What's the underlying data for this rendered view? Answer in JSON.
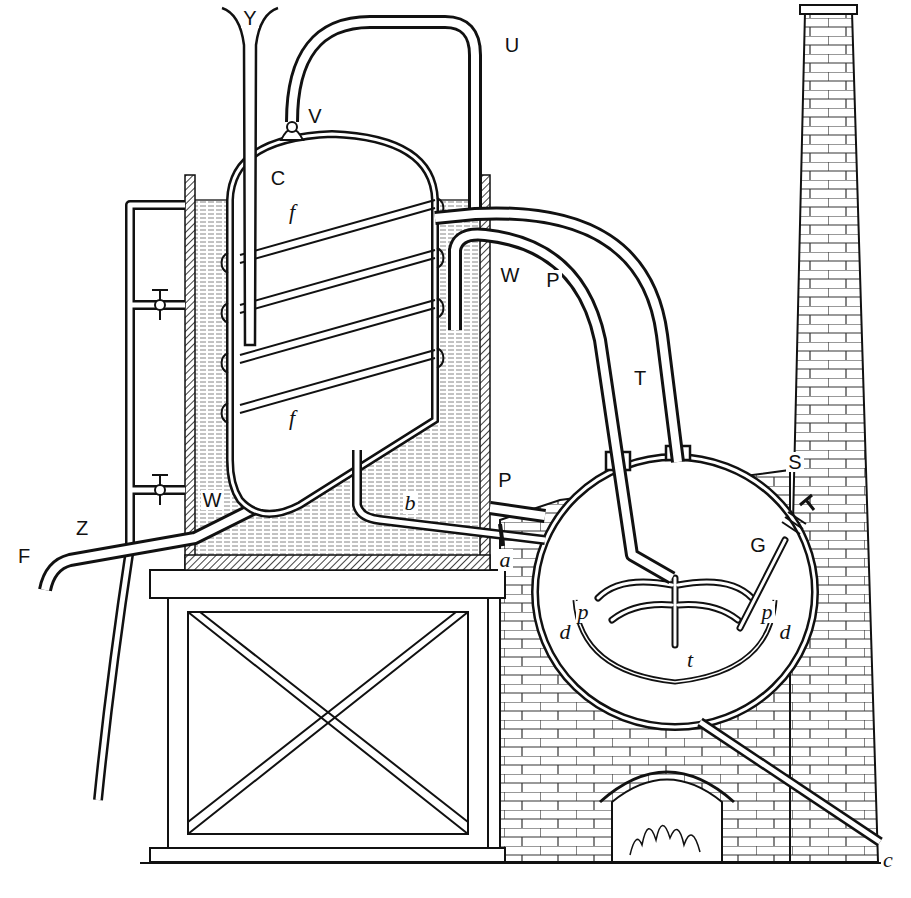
{
  "diagram": {
    "labels": [
      "Y",
      "U",
      "V",
      "C",
      "f",
      "W",
      "P",
      "T",
      "f",
      "S",
      "P",
      "W",
      "b",
      "Z",
      "G",
      "F",
      "a",
      "p",
      "p",
      "d",
      "d",
      "t",
      "c"
    ]
  }
}
